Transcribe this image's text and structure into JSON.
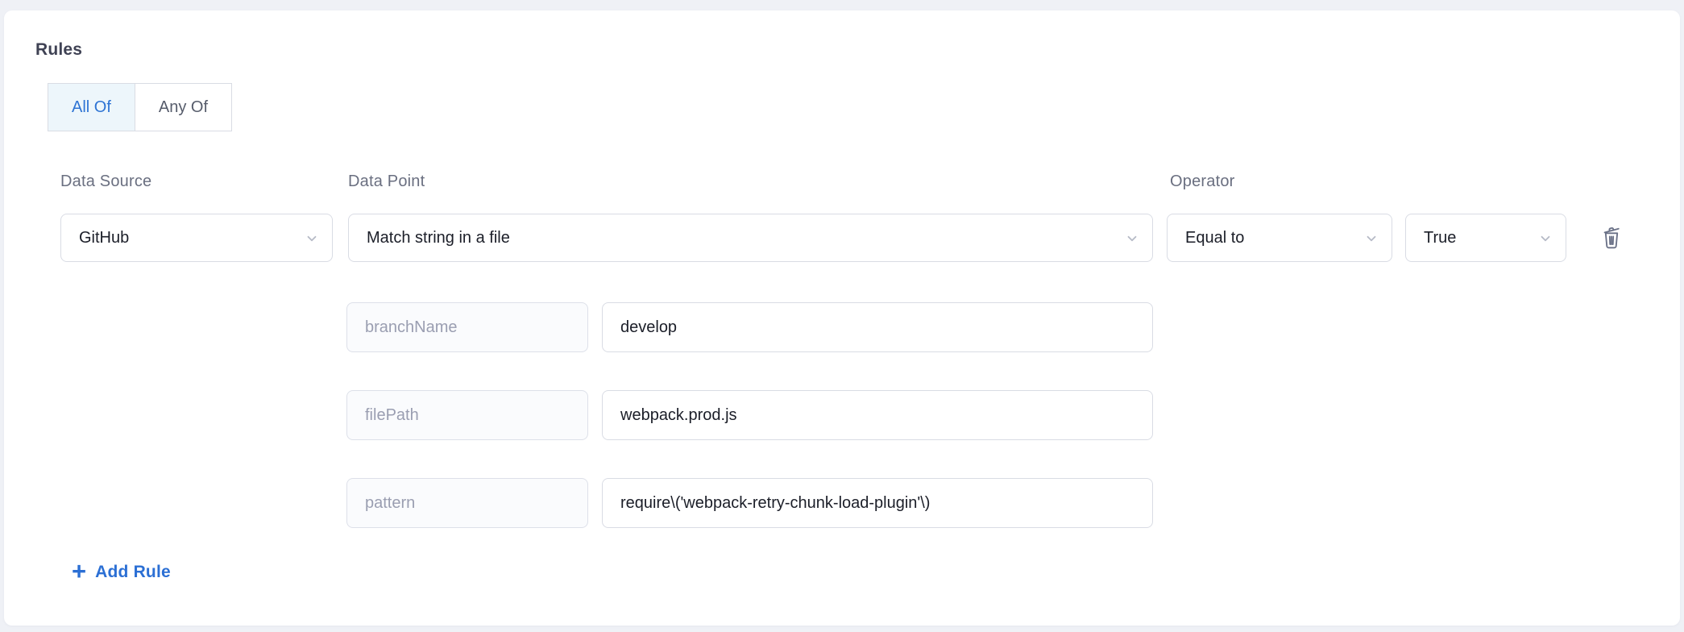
{
  "panel": {
    "title": "Rules",
    "toggle": {
      "all_of": "All Of",
      "any_of": "Any Of",
      "selected": "All Of"
    },
    "rule": {
      "data_source_label": "Data Source",
      "data_source_value": "GitHub",
      "data_point_label": "Data Point",
      "data_point_value": "Match string in a file",
      "operator_label": "Operator",
      "operator_value": "Equal to",
      "expected_value": "True",
      "params": [
        {
          "key": "branchName",
          "value": "develop"
        },
        {
          "key": "filePath",
          "value": "webpack.prod.js"
        },
        {
          "key": "pattern",
          "value": "require\\('webpack-retry-chunk-load-plugin'\\)"
        }
      ]
    },
    "add_rule": {
      "plus": "+",
      "label": "Add Rule"
    },
    "icons": {
      "delete_rule": "trash-icon",
      "dropdown": "chevron-down-icon",
      "add": "plus-icon"
    },
    "colors": {
      "accent_blue": "#2b6fd4",
      "toggle_active_bg": "#edf6fb",
      "toggle_active_text": "#2e74d4",
      "page_bg": "#eff1f6",
      "card_bg": "#ffffff",
      "text_dark": "#1b1e28",
      "label_gray": "#6a6f80",
      "muted_key_text": "#9a9eb1",
      "border_gray": "#d9dce4"
    }
  }
}
